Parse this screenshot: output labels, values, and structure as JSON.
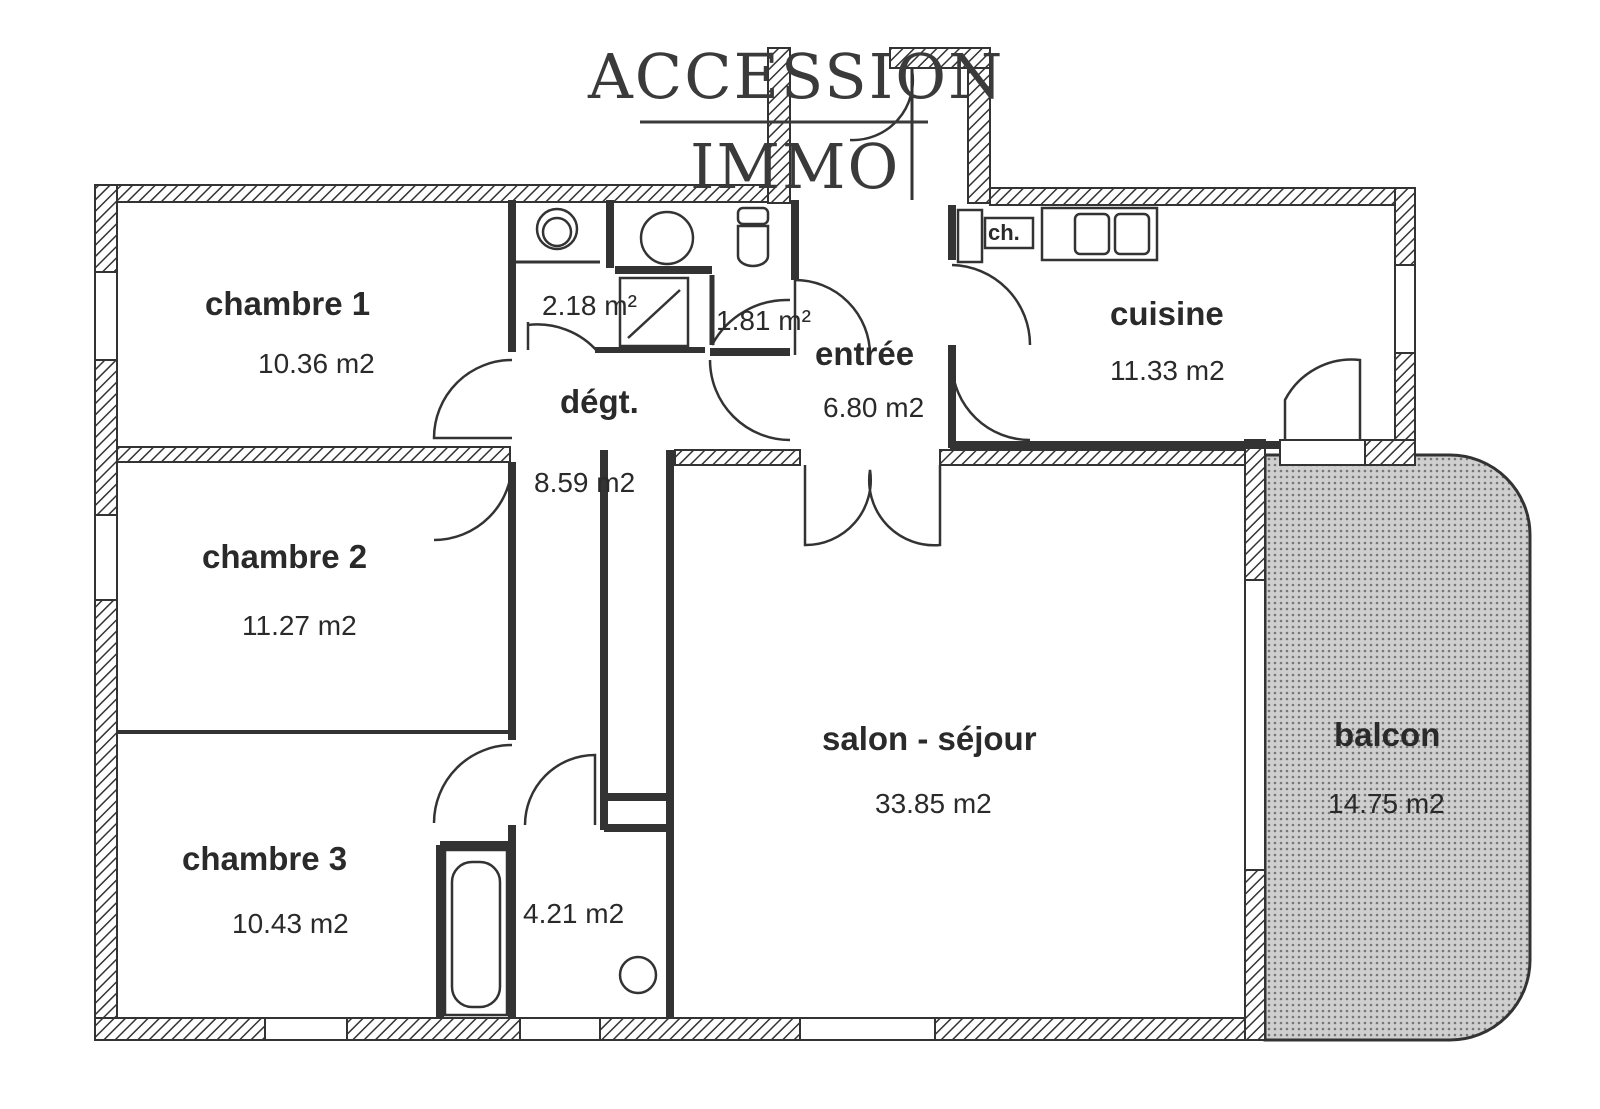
{
  "logo": {
    "line1": "ACCESSION",
    "line2": "IMMO"
  },
  "rooms": {
    "chambre1": {
      "name": "chambre  1",
      "area": "10.36 m2"
    },
    "chambre2": {
      "name": "chambre  2",
      "area": "11.27 m2"
    },
    "chambre3": {
      "name": "chambre  3",
      "area": "10.43 m2"
    },
    "sdb": {
      "area": "2.18 m²"
    },
    "wc": {
      "area": "1.81 m²"
    },
    "entree": {
      "name": "entrée",
      "area": "6.80 m2"
    },
    "degt": {
      "name": "dégt.",
      "area": "8.59 m2"
    },
    "cuisine": {
      "name": "cuisine",
      "area": "11.33 m2"
    },
    "ch": {
      "name": "ch."
    },
    "salon": {
      "name": "salon - séjour",
      "area": "33.85 m2"
    },
    "balcon": {
      "name": "balcon",
      "area": "14.75 m2"
    },
    "bain": {
      "area": "4.21 m2"
    }
  },
  "colors": {
    "wall": "#333333",
    "balcony": "#b0b0b0"
  }
}
